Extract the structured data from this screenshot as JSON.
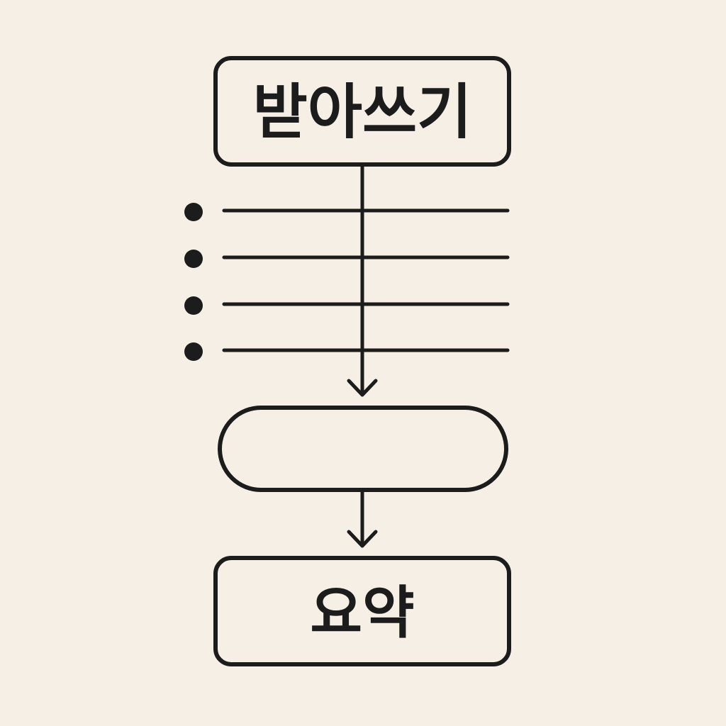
{
  "diagram": {
    "top_box": {
      "label": "받아쓰기"
    },
    "middle_box": {
      "label": ""
    },
    "bottom_box": {
      "label": "요약"
    },
    "bullet_lines": [
      {
        "id": "bullet-1"
      },
      {
        "id": "bullet-2"
      },
      {
        "id": "bullet-3"
      },
      {
        "id": "bullet-4"
      }
    ]
  },
  "colors": {
    "background": "#f6efe5",
    "ink": "#1c1c1c"
  }
}
